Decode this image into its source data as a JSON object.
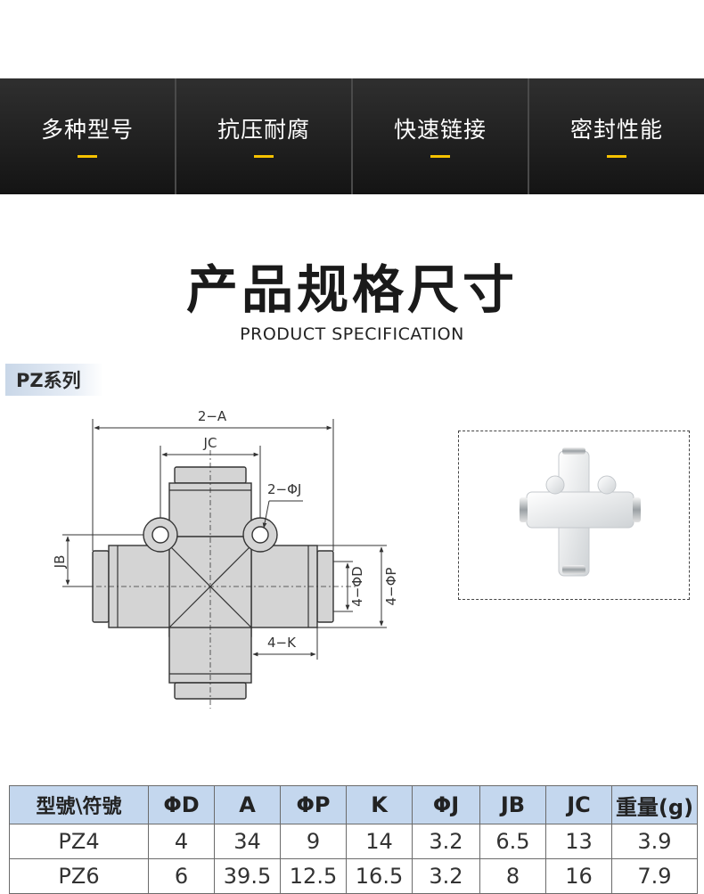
{
  "features": [
    {
      "label": "多种型号"
    },
    {
      "label": "抗压耐腐"
    },
    {
      "label": "快速链接"
    },
    {
      "label": "密封性能"
    }
  ],
  "title": {
    "cn": "产品规格尺寸",
    "en": "PRODUCT SPECIFICATION"
  },
  "series": "PZ系列",
  "drawing_labels": {
    "a": "2−A",
    "jc": "JC",
    "j": "2−ΦJ",
    "jb": "JB",
    "d": "4−ΦD",
    "p": "4−ΦP",
    "k": "4−K"
  },
  "accent_color": "#f6c200",
  "table": {
    "headers": [
      "型號\\符號",
      "ΦD",
      "A",
      "ΦP",
      "K",
      "ΦJ",
      "JB",
      "JC",
      "重量(g)"
    ],
    "rows": [
      [
        "PZ4",
        "4",
        "34",
        "9",
        "14",
        "3.2",
        "6.5",
        "13",
        "3.9"
      ],
      [
        "PZ6",
        "6",
        "39.5",
        "12.5",
        "16.5",
        "3.2",
        "8",
        "16",
        "7.9"
      ]
    ]
  }
}
